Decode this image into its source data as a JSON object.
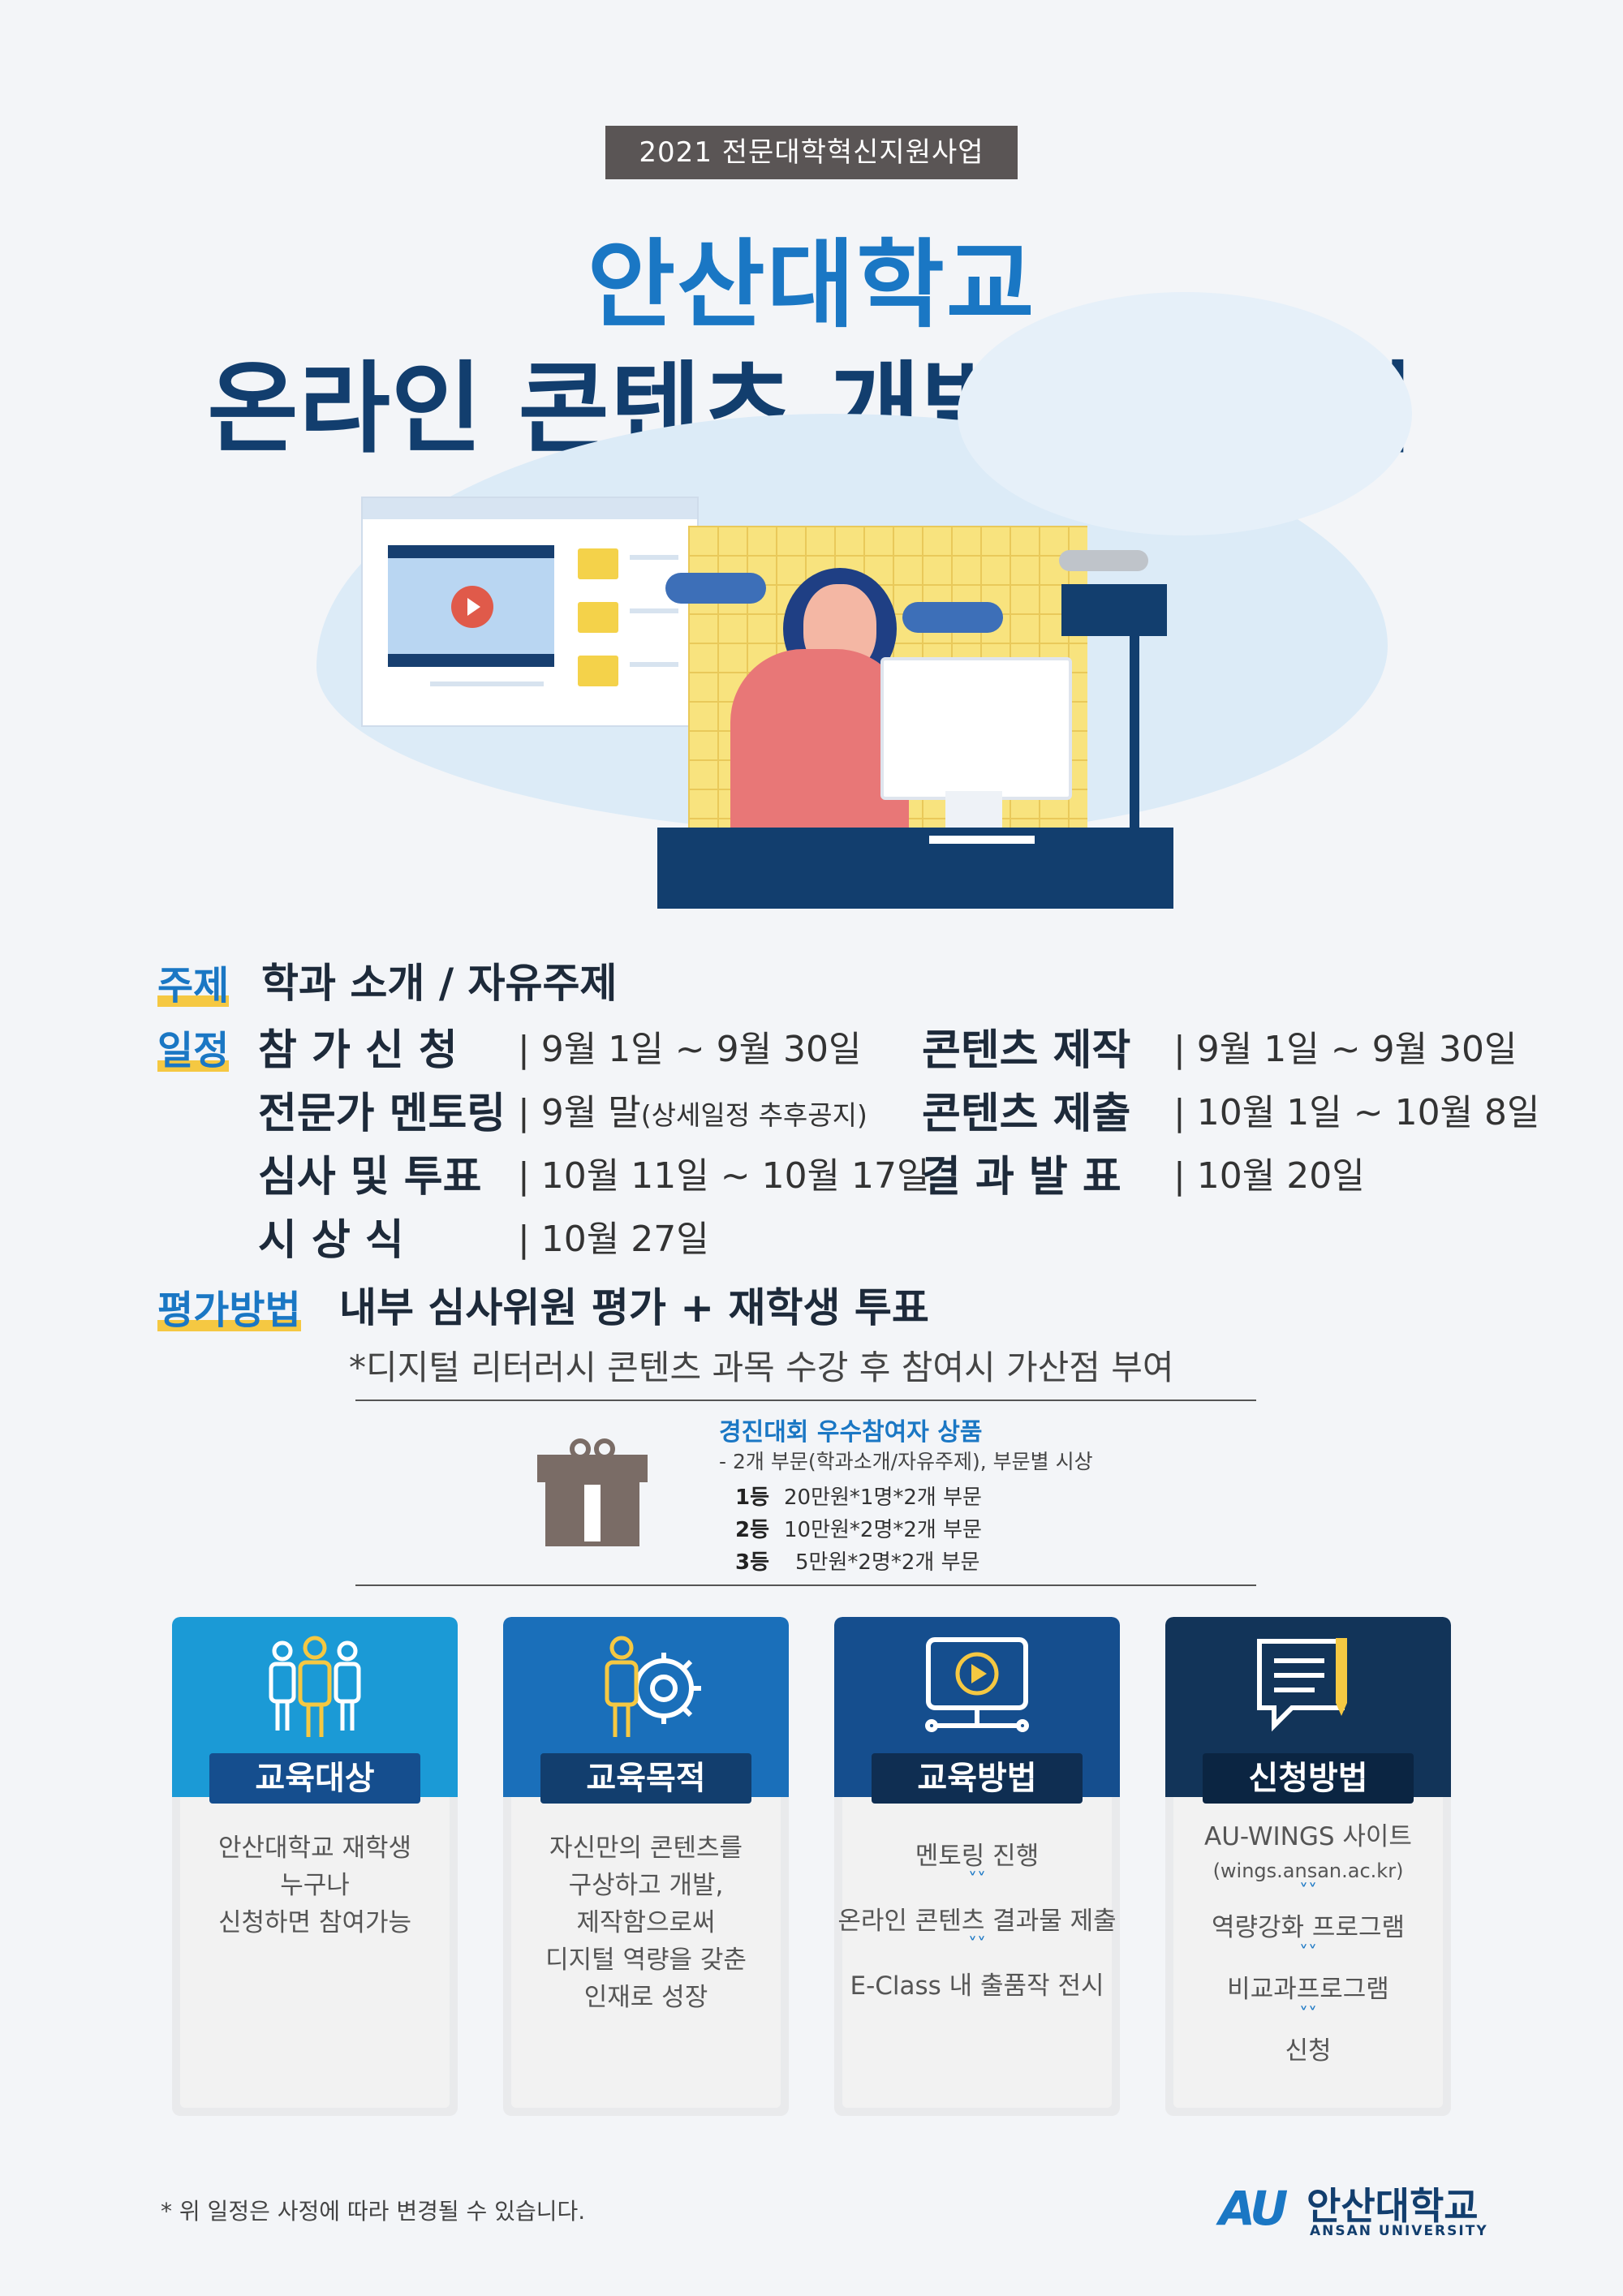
{
  "header": {
    "badge": "2021 전문대학혁신지원사업",
    "title_line1": "안산대학교",
    "title_line2": "온라인 콘텐츠 개발 경진대회"
  },
  "topic": {
    "label": "주제",
    "value": "학과 소개 / 자유주제"
  },
  "schedule": {
    "label": "일정",
    "left": [
      {
        "name": "참 가 신 청",
        "value": "| 9월 1일 ~ 9월 30일"
      },
      {
        "name": "전문가 멘토링",
        "value": "| 9월 말",
        "note": "(상세일정 추후공지)"
      },
      {
        "name": "심사 및 투표",
        "value": "| 10월 11일 ~ 10월 17일"
      },
      {
        "name": "시 상 식",
        "value": "| 10월 27일"
      }
    ],
    "right": [
      {
        "name": "콘텐츠 제작",
        "value": "| 9월 1일 ~ 9월 30일"
      },
      {
        "name": "콘텐츠 제출",
        "value": "| 10월 1일 ~ 10월 8일"
      },
      {
        "name": "결 과 발 표",
        "value": "| 10월 20일"
      }
    ]
  },
  "evaluation": {
    "label": "평가방법",
    "value": "내부 심사위원 평가 + 재학생 투표",
    "note": "*디지털 리터러시 콘텐츠 과목 수강 후 참여시 가산점 부여"
  },
  "prize": {
    "icon": "gift-icon",
    "title": "경진대회 우수참여자 상품",
    "subtitle": "- 2개 부문(학과소개/자유주제), 부문별 시상",
    "ranks": [
      {
        "rank": "1등",
        "text": "20만원*1명*2개 부문"
      },
      {
        "rank": "2등",
        "text": "10만원*2명*2개 부문"
      },
      {
        "rank": "3등",
        "text": "5만원*2명*2개 부문"
      }
    ]
  },
  "cards": [
    {
      "tag": "교육대상",
      "icon": "people-icon",
      "color": "#1b9ad6",
      "lines": [
        "안산대학교 재학생",
        "누구나",
        "신청하면 참여가능"
      ]
    },
    {
      "tag": "교육목적",
      "icon": "person-gear-icon",
      "color": "#1a6fba",
      "lines": [
        "자신만의 콘텐츠를",
        "구상하고 개발,",
        "제작함으로써",
        "디지털 역량을 갖춘",
        "인재로 성장"
      ]
    },
    {
      "tag": "교육방법",
      "icon": "monitor-play-icon",
      "color": "#154e8e",
      "lines": [
        "멘토링 진행",
        "온라인 콘텐츠 결과물 제출",
        "E-Class 내 출품작 전시"
      ]
    },
    {
      "tag": "신청방법",
      "icon": "document-pencil-icon",
      "color": "#123459",
      "lines": [
        "AU-WINGS 사이트",
        "(wings.ansan.ac.kr)",
        "역량강화 프로그램",
        "비교과프로그램",
        "신청"
      ]
    }
  ],
  "footer": {
    "note": "* 위 일정은 사정에 따라 변경될 수 있습니다.",
    "logo_mark": "AU",
    "logo_name": "안산대학교",
    "logo_english": "ANSAN UNIVERSITY"
  },
  "colors": {
    "primary_blue": "#1a77c4",
    "navy": "#123e6e",
    "highlight": "#f5c842"
  }
}
